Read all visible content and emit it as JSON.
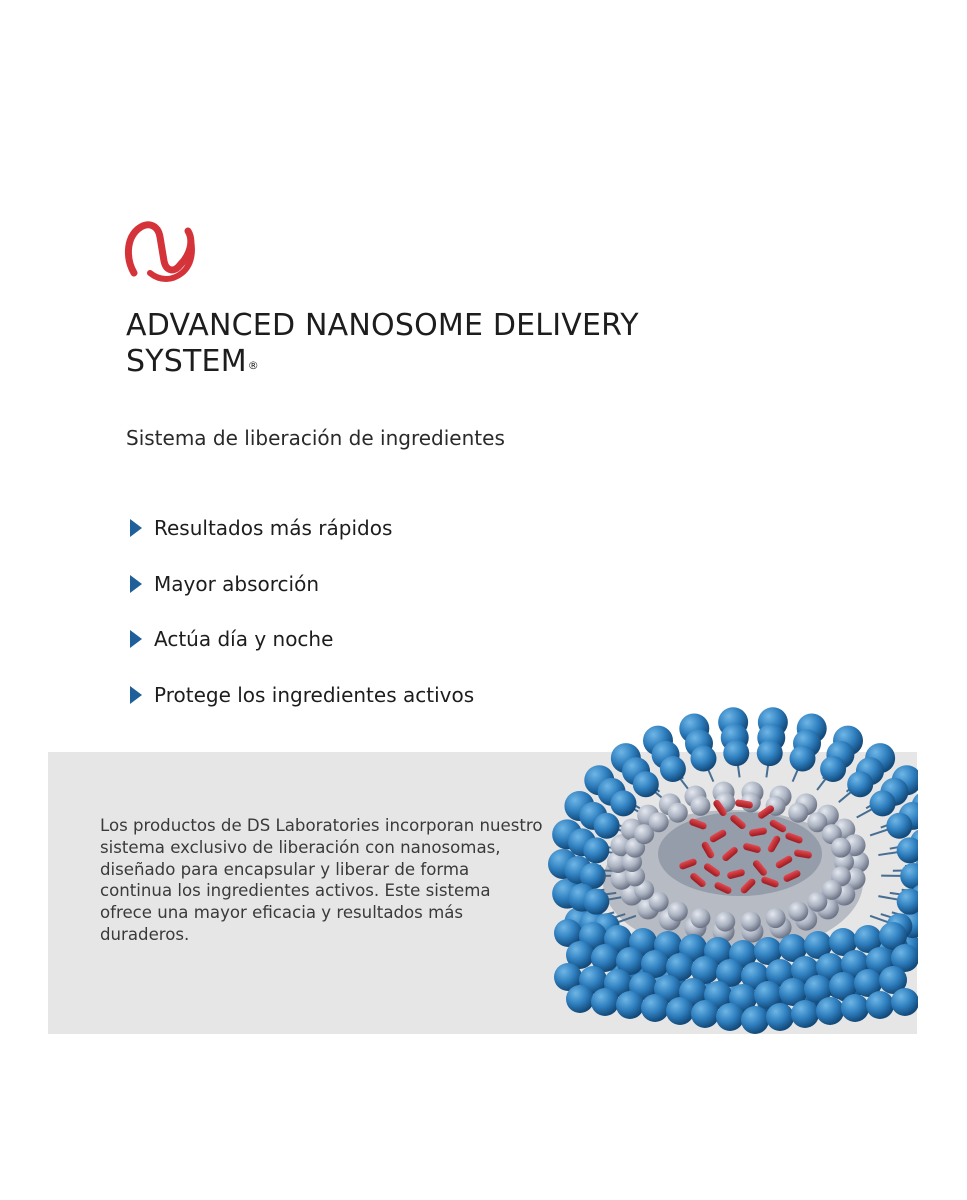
{
  "brand": {
    "logo_icon": "n-swirl-logo-icon",
    "logo_color": "#d5333a"
  },
  "header": {
    "title_line1": "ADVANCED NANOSOME DELIVERY",
    "title_line2": "SYSTEM",
    "registered_mark": "®"
  },
  "subtitle": "Sistema de liberación de ingredientes",
  "features": [
    {
      "icon": "triangle-right-icon",
      "label": "Resultados más rápidos"
    },
    {
      "icon": "triangle-right-icon",
      "label": "Mayor absorción"
    },
    {
      "icon": "triangle-right-icon",
      "label": "Actúa día y noche"
    },
    {
      "icon": "triangle-right-icon",
      "label": "Protege los ingredientes activos"
    }
  ],
  "panel": {
    "description": "Los productos de DS Laboratories incorporan nuestro sistema exclusivo de liberación con nanosomas, diseñado para encapsular y liberar de forma continua los ingredientes activos. Este sistema ofrece una mayor eficacia y resultados más duraderos.",
    "illustration": "nanosome-liposome-illustration"
  },
  "colors": {
    "accent_blue": "#1f5f9a",
    "sphere_blue": "#2f7fbf",
    "inner_gray": "#9aa3b3",
    "payload_red": "#c8242c",
    "panel_bg": "#e6e6e6"
  }
}
